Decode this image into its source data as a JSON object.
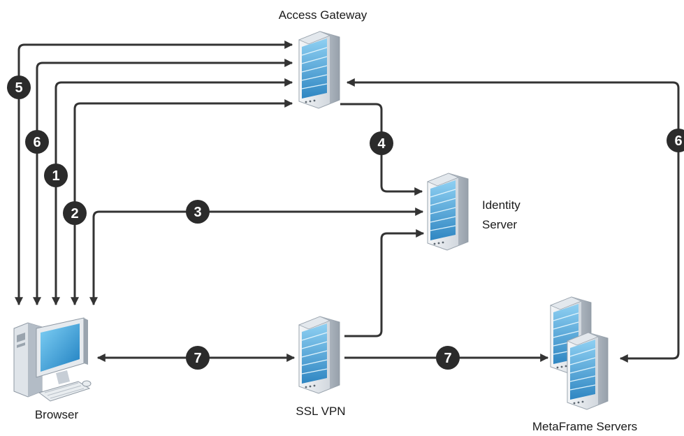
{
  "nodes": {
    "access_gateway": "Access Gateway",
    "identity_server_line1": "Identity",
    "identity_server_line2": "Server",
    "browser": "Browser",
    "ssl_vpn": "SSL VPN",
    "metaframe_servers": "MetaFrame Servers"
  },
  "steps": {
    "s1": "1",
    "s2": "2",
    "s3": "3",
    "s4": "4",
    "s5": "5",
    "s6_left": "6",
    "s6_right": "6",
    "s7_left": "7",
    "s7_right": "7"
  },
  "colors": {
    "line": "#333333",
    "badge": "#2b2b2b",
    "badge_text": "#ffffff",
    "server_light": "#eef1f4",
    "server_mid": "#c9d0d8",
    "server_blue": "#4aa3d6",
    "server_blue_dark": "#1f6fa8"
  }
}
